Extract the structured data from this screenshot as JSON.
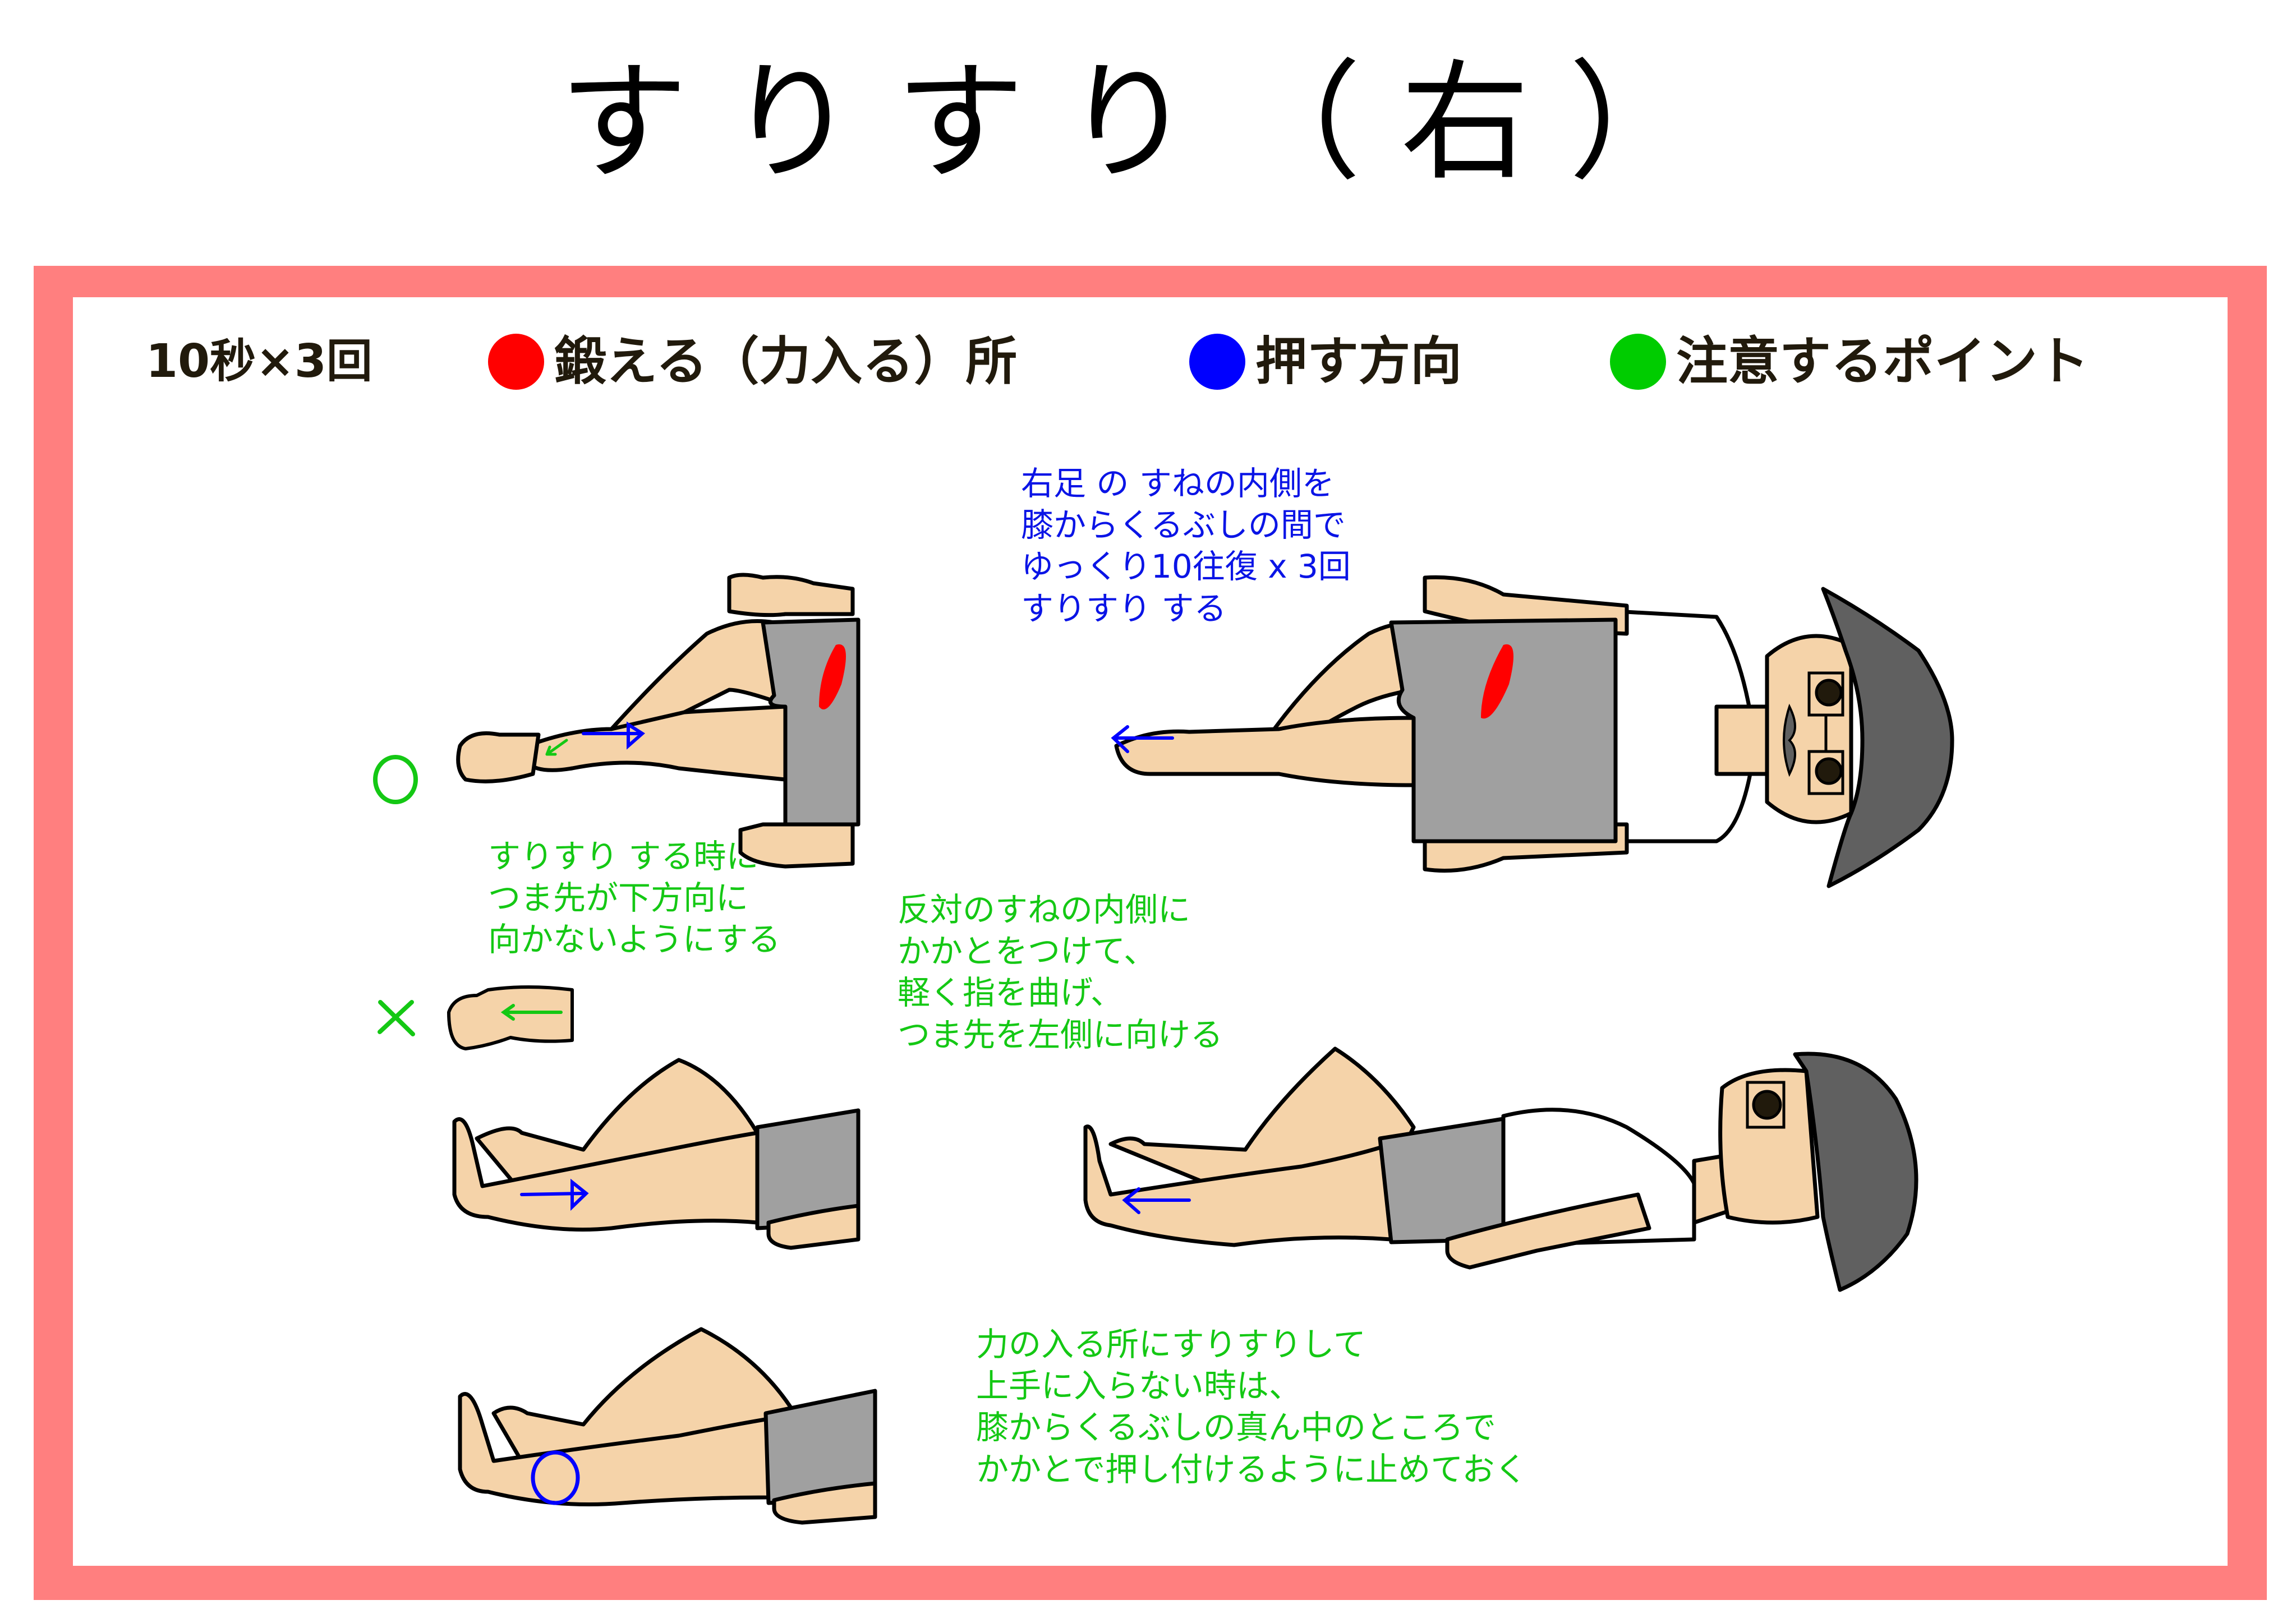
{
  "title": "すりすり（右）",
  "frame": {
    "border_color": "#ff7f7f"
  },
  "legend": {
    "reps": "10秒×3回",
    "items": [
      {
        "color": "#ff0000",
        "label": "鍛える（力入る）所"
      },
      {
        "color": "#0000ff",
        "label": "押す方向"
      },
      {
        "color": "#00cc00",
        "label": "注意するポイント"
      }
    ]
  },
  "notes": {
    "main_instruction": {
      "color": "#0a14e6",
      "lines": [
        "右足 の すねの内側を",
        "膝からくるぶしの間で",
        "ゆっくり10往復 x 3回",
        "すりすり する"
      ]
    },
    "toe_caution": {
      "color": "#14c814",
      "lines": [
        "すりすり する時に",
        "つま先が下方向に",
        "向かないようにする"
      ]
    },
    "heel_placement": {
      "color": "#14c814",
      "lines": [
        "反対のすねの内側に",
        "かかとをつけて、",
        "軽く指を曲げ、",
        "つま先を左側に向ける"
      ]
    },
    "tip": {
      "color": "#14c814",
      "lines": [
        "力の入る所にすりすりして",
        "上手に入らない時は、",
        "膝からくるぶしの真ん中のところで",
        "かかとで押し付けるように止めておく"
      ]
    }
  },
  "markers": {
    "correct": "○",
    "incorrect": "×"
  },
  "colors": {
    "skin": "#f5d3a9",
    "shorts": "#a0a0a0",
    "hair": "#606060",
    "outline": "#000000",
    "muscle": "#ff0000",
    "push_arrow": "#0000ff",
    "caution": "#00cc00"
  }
}
